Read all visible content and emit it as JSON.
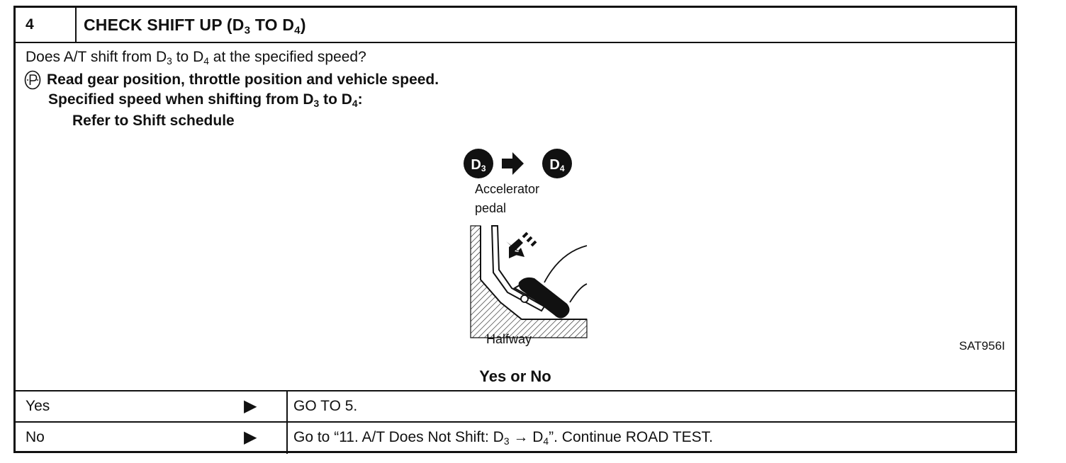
{
  "header": {
    "step_number": "4",
    "title_main": "CHECK SHIFT UP (D",
    "title_sub1": "3",
    "title_mid": " TO D",
    "title_sub2": "4",
    "title_end": ")"
  },
  "question": {
    "pre": "Does A/T shift from D",
    "sub1": "3",
    "mid": " to D",
    "sub2": "4",
    "post": " at the specified speed?"
  },
  "instructions": {
    "line1": "Read gear position, throttle position and vehicle speed.",
    "line2_pre": "Specified speed when shifting from D",
    "line2_sub1": "3",
    "line2_mid": " to D",
    "line2_sub2": "4",
    "line2_post": ":",
    "line3": "Refer to Shift schedule"
  },
  "figure": {
    "gear_from": "D",
    "gear_from_sub": "3",
    "gear_to": "D",
    "gear_to_sub": "4",
    "label_accel_1": "Accelerator",
    "label_accel_2": "pedal",
    "label_halfway": "Halfway",
    "code": "SAT956I"
  },
  "prompt": "Yes or No",
  "answers": [
    {
      "answer": "Yes",
      "arrow": "▶",
      "result": "GO TO 5."
    },
    {
      "answer": "No",
      "arrow": "▶",
      "result_pre": "Go to “11. A/T Does Not Shift: D",
      "result_sub1": "3",
      "result_mid": " → D",
      "result_sub2": "4",
      "result_post": "”. Continue ROAD TEST."
    }
  ]
}
